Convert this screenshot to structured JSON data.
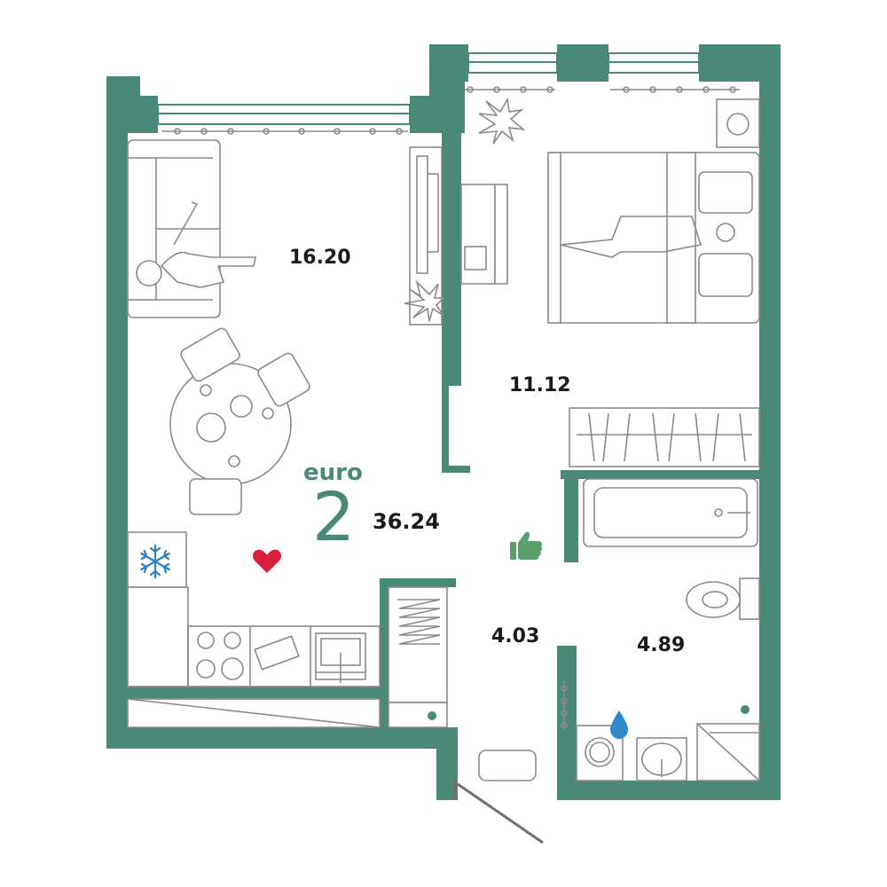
{
  "colors": {
    "wall": "#4a8977",
    "furniture_stroke": "#8a8a8a",
    "furniture_fill": "#ffffff",
    "heart": "#d81e3c",
    "thumb": "#5a9e6c",
    "drop": "#2e88c9",
    "snow": "#2b7ec0"
  },
  "apartment": {
    "type_word": "euro",
    "rooms": "2",
    "total_area": "36.24"
  },
  "rooms": [
    {
      "id": "living-kitchen",
      "area": "16.20"
    },
    {
      "id": "bedroom",
      "area": "11.12"
    },
    {
      "id": "hall",
      "area": "4.03"
    },
    {
      "id": "bathroom",
      "area": "4.89"
    }
  ],
  "icons": [
    "heart-icon",
    "thumbs-up-icon",
    "water-drop-icon",
    "snowflake-icon"
  ]
}
